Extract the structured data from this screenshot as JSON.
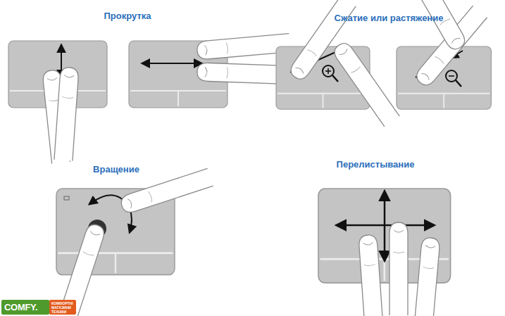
{
  "diagram": {
    "labels": [
      "Прокрутка",
      "Сжатие или растяжение",
      "Вращение",
      "Перелистывание",
      "COMFY.",
      "КОМФОРТНІ МАГАЗИНИ ТЕХНІКИ"
    ]
  }
}
